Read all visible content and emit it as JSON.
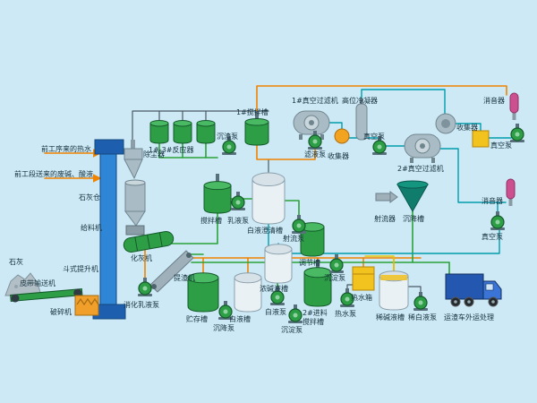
{
  "diagram": {
    "labels": {
      "hot_water_in": "前工序来的热水",
      "waste_liquor_in": "前工段送来的废碱、酸液",
      "dust_collector": "除尘器",
      "lime_silo": "石灰仓",
      "feeder": "给料机",
      "lime_slaker": "化灰机",
      "lime": "石灰",
      "belt_conveyor": "皮带输送机",
      "crusher": "破碎机",
      "bucket_elevator": "斗式提升机",
      "slaking_emulsion_pump": "消化乳液泵",
      "slag_extractor": "提渣机",
      "storage_tank": "贮存槽",
      "reactors": "1#-3#反应器",
      "mixing_tank_1": "1#搅拌槽",
      "sediment_pump": "沉渣泵",
      "mixing_tank": "搅拌槽",
      "emulsion_pump": "乳液泵",
      "white_liquor_clarifier": "白液澄清槽",
      "jet_pump": "射流泵",
      "filtrate_pump": "滤液泵",
      "vacuum_filter_1": "1#真空过滤机",
      "high_level_condenser": "高位冷凝器",
      "collector_1": "收集器",
      "vacuum_pump_1": "真空泵",
      "vacuum_filter_2": "2#真空过滤机",
      "collector_2": "收集器",
      "vacuum_pump_2": "真空泵",
      "vacuum_pump_3": "真空泵",
      "muffler_top": "消音器",
      "muffler_right": "消音器",
      "jet_device": "射流器",
      "settling_tank": "沉降槽",
      "conc_alkali_tank": "浓碱液槽",
      "regulating_tank": "调节槽",
      "settling_pump_mid": "沉淀泵",
      "settling_pump_bottom": "沉淀泵",
      "settling_pump_left": "沉降泵",
      "white_liquor_tank": "白液槽",
      "white_liquor_pump": "白液泵",
      "feed_mixing_tank_line1": "2#进料",
      "feed_mixing_tank_line2": "搅拌槽",
      "hot_water_pump": "热水泵",
      "hot_water_tank": "热水箱",
      "dilute_alkali_tank": "稀碱液槽",
      "dilute_white_liquor_pump": "稀白液泵",
      "truck": "运渣车外运处理"
    },
    "colors": {
      "background": "#cde9f6",
      "line_orange": "#f08300",
      "line_green": "#2ba339",
      "line_teal": "#009cab",
      "line_black": "#4a5a62",
      "line_yellow": "#e5c400",
      "equipment_green": "#2e9e46",
      "equipment_gray": "#a9bcc6",
      "equipment_white": "#eaf1f4",
      "equipment_yellow": "#f2c21f",
      "equipment_blue": "#2f86d6",
      "equipment_blue_dark": "#1d5fae",
      "truck_blue": "#2458b0",
      "muffler_pink": "#cc5090",
      "label_color": "#16323e"
    }
  }
}
